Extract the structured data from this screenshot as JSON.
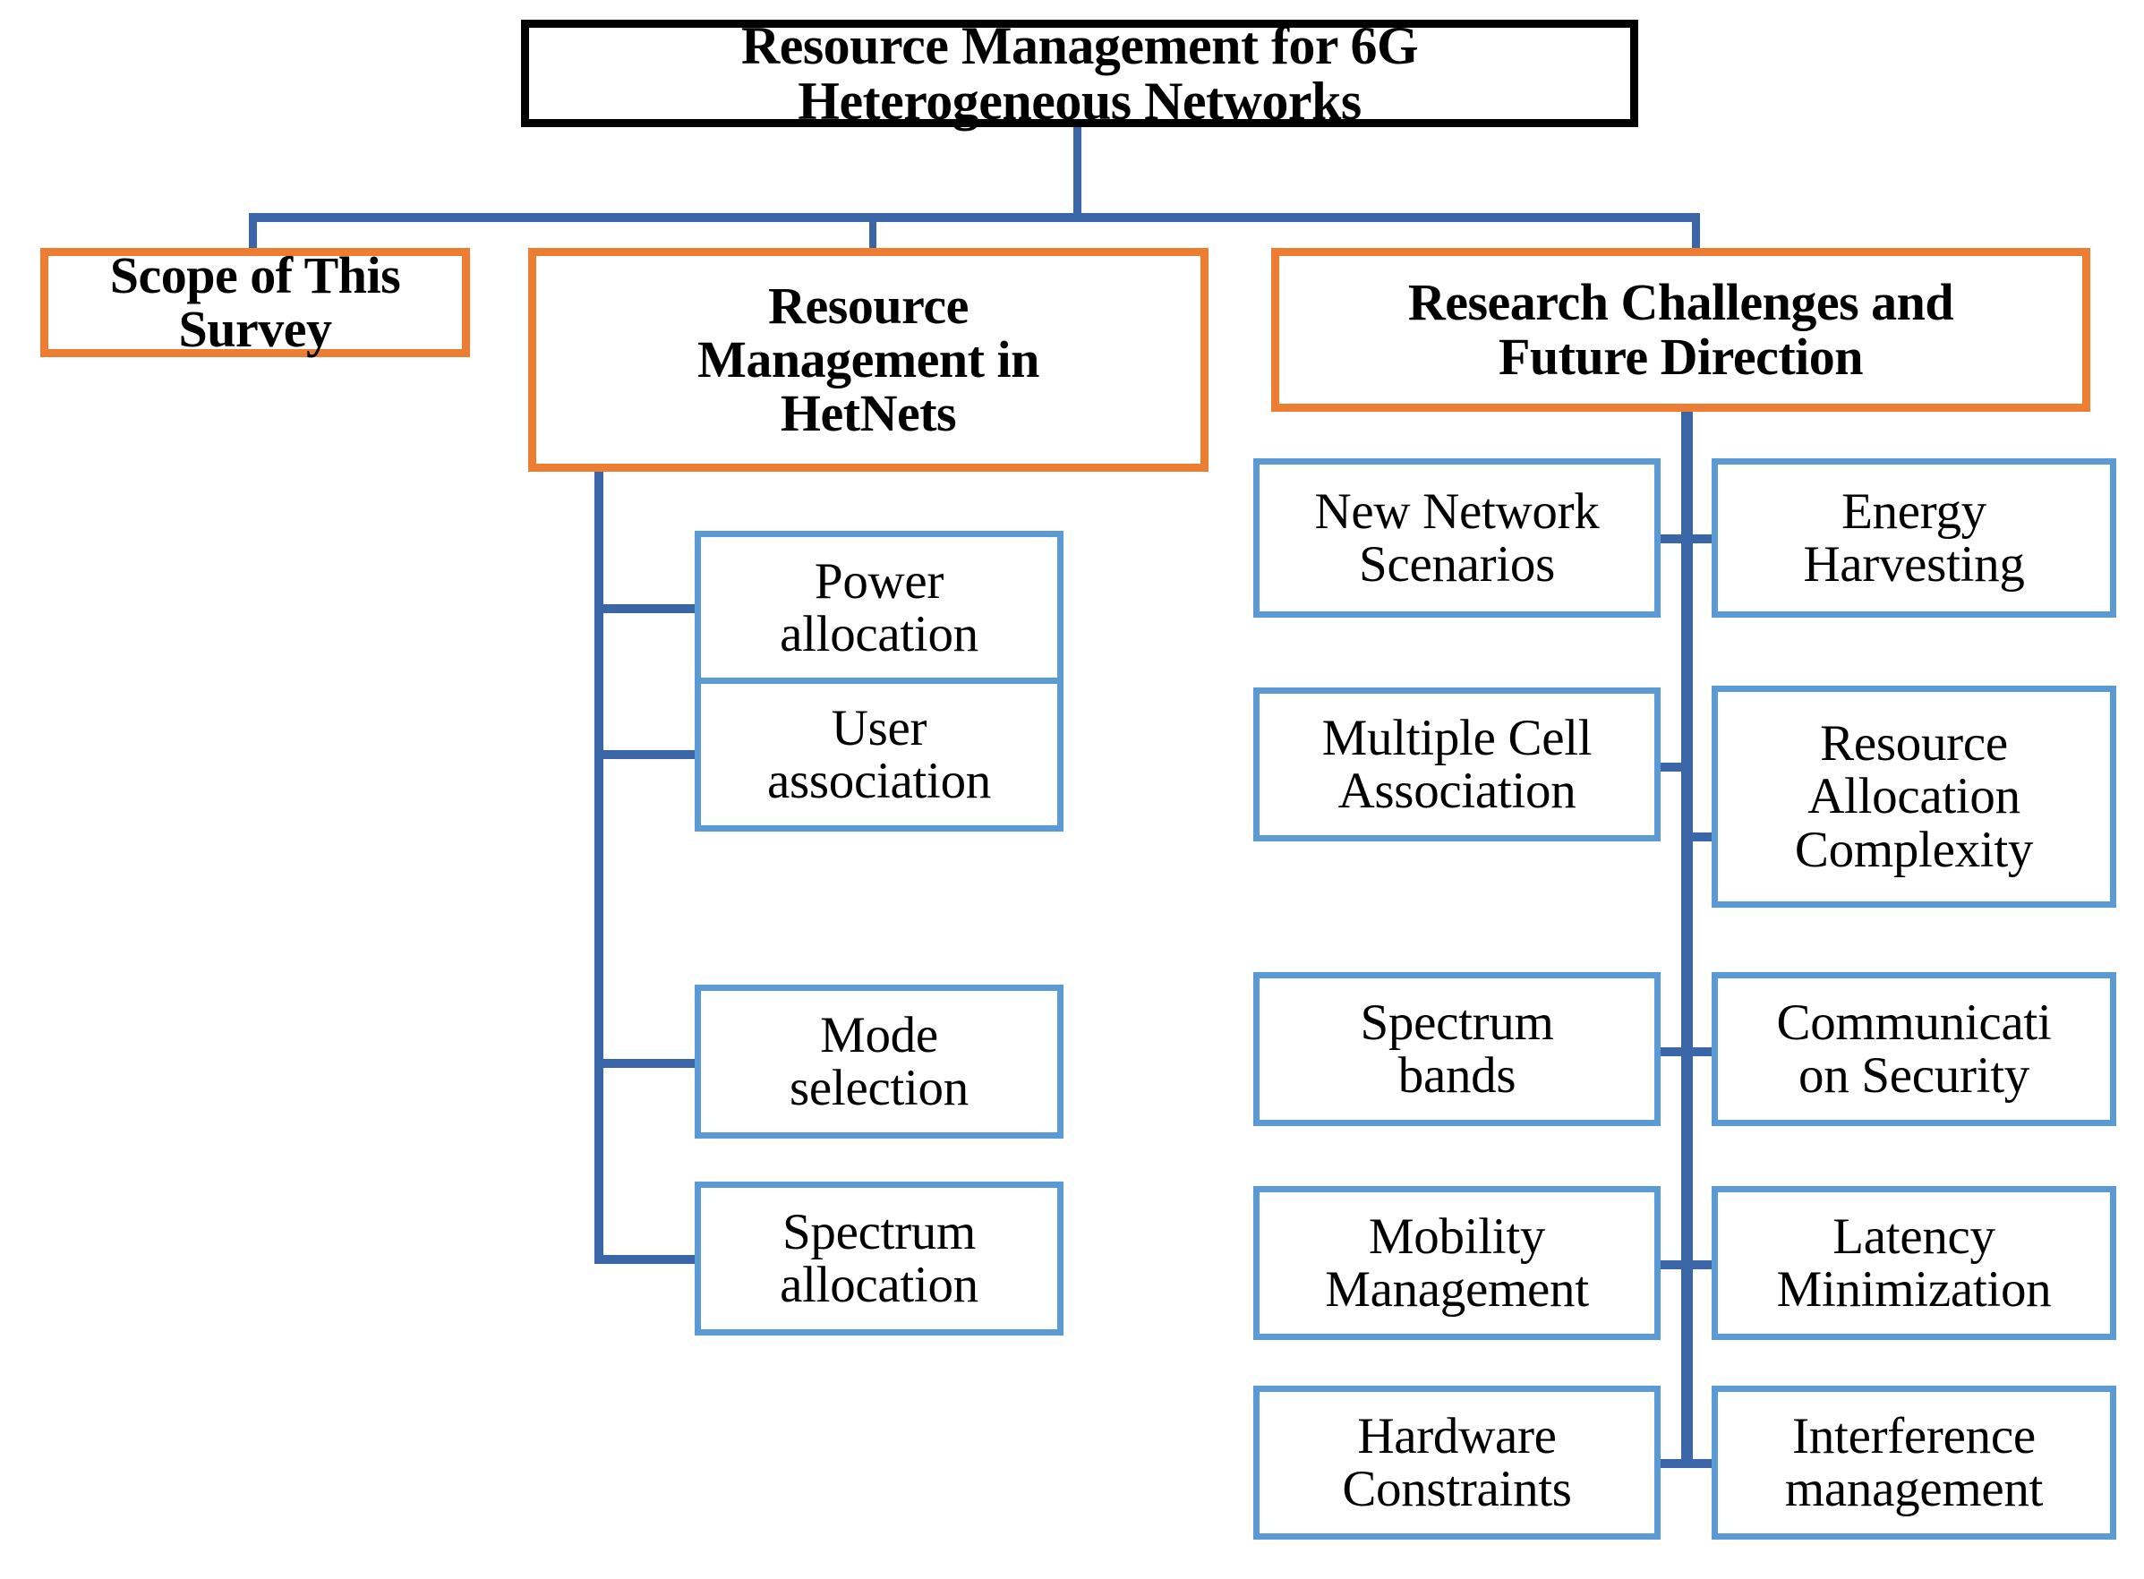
{
  "diagram": {
    "title": "Resource Management for 6G Heterogeneous Networks",
    "colors": {
      "root_border": "#000000",
      "level2_border": "#ED7D31",
      "leaf_border": "#5B9BD5",
      "connector": "#3A66A8",
      "background": "#FFFFFF",
      "text": "#000000"
    },
    "root": {
      "label": "Resource Management for 6G\nHeterogeneous Networks"
    },
    "branches": [
      {
        "label": "Scope of This\nSurvey",
        "children": []
      },
      {
        "label": "Resource\nManagement in\nHetNets",
        "children": [
          {
            "label": "Power\nallocation"
          },
          {
            "label": "User\nassociation"
          },
          {
            "label": "Mode\nselection"
          },
          {
            "label": "Spectrum\nallocation"
          }
        ]
      },
      {
        "label": "Research Challenges and\nFuture Direction",
        "children_left": [
          {
            "label": "New Network\nScenarios"
          },
          {
            "label": "Multiple Cell\nAssociation"
          },
          {
            "label": "Spectrum\nbands"
          },
          {
            "label": "Mobility\nManagement"
          },
          {
            "label": "Hardware\nConstraints"
          }
        ],
        "children_right": [
          {
            "label": "Energy\nHarvesting"
          },
          {
            "label": "Resource\nAllocation\nComplexity"
          },
          {
            "label": "Communicati\non Security"
          },
          {
            "label": "Latency\nMinimization"
          },
          {
            "label": "Interference\nmanagement"
          }
        ]
      }
    ]
  }
}
